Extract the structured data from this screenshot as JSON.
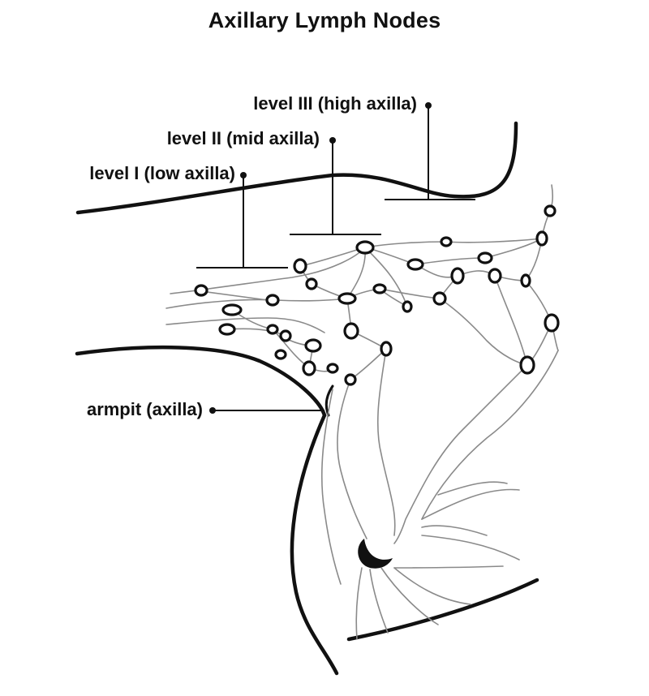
{
  "title": "Axillary Lymph Nodes",
  "labels": {
    "level_1": "level I (low axilla)",
    "level_2": "level II (mid axilla)",
    "level_3": "level III (high axilla)",
    "armpit": "armpit (axilla)"
  },
  "colors": {
    "outline": "#111111",
    "vessel": "#8a8a8a",
    "node_fill": "#ffffff"
  }
}
